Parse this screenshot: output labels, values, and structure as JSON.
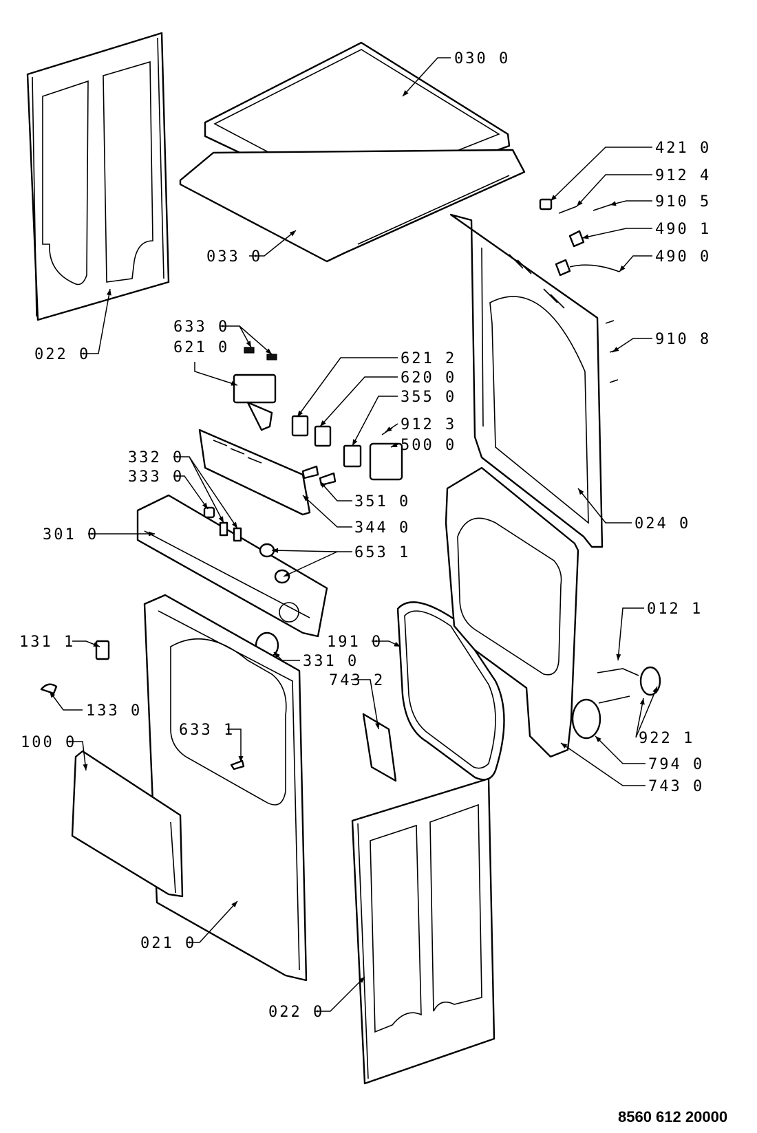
{
  "diagram": {
    "part_labels": [
      "030 0",
      "421 0",
      "912 4",
      "910 5",
      "490 1",
      "490 0",
      "033 0",
      "022 0",
      "633 0",
      "621 0",
      "910 8",
      "621 2",
      "620 0",
      "355 0",
      "912 3",
      "500 0",
      "332 0",
      "333 0",
      "351 0",
      "024 0",
      "344 0",
      "301 0",
      "653 1",
      "012 1",
      "131 1",
      "331 0",
      "191 0",
      "743 2",
      "133 0",
      "922 1",
      "633 1",
      "100 0",
      "794 0",
      "743 0",
      "021 0",
      "022 0"
    ],
    "document_number": "8560 612 20000"
  },
  "colors": {
    "line": "#000000",
    "background": "#ffffff"
  }
}
